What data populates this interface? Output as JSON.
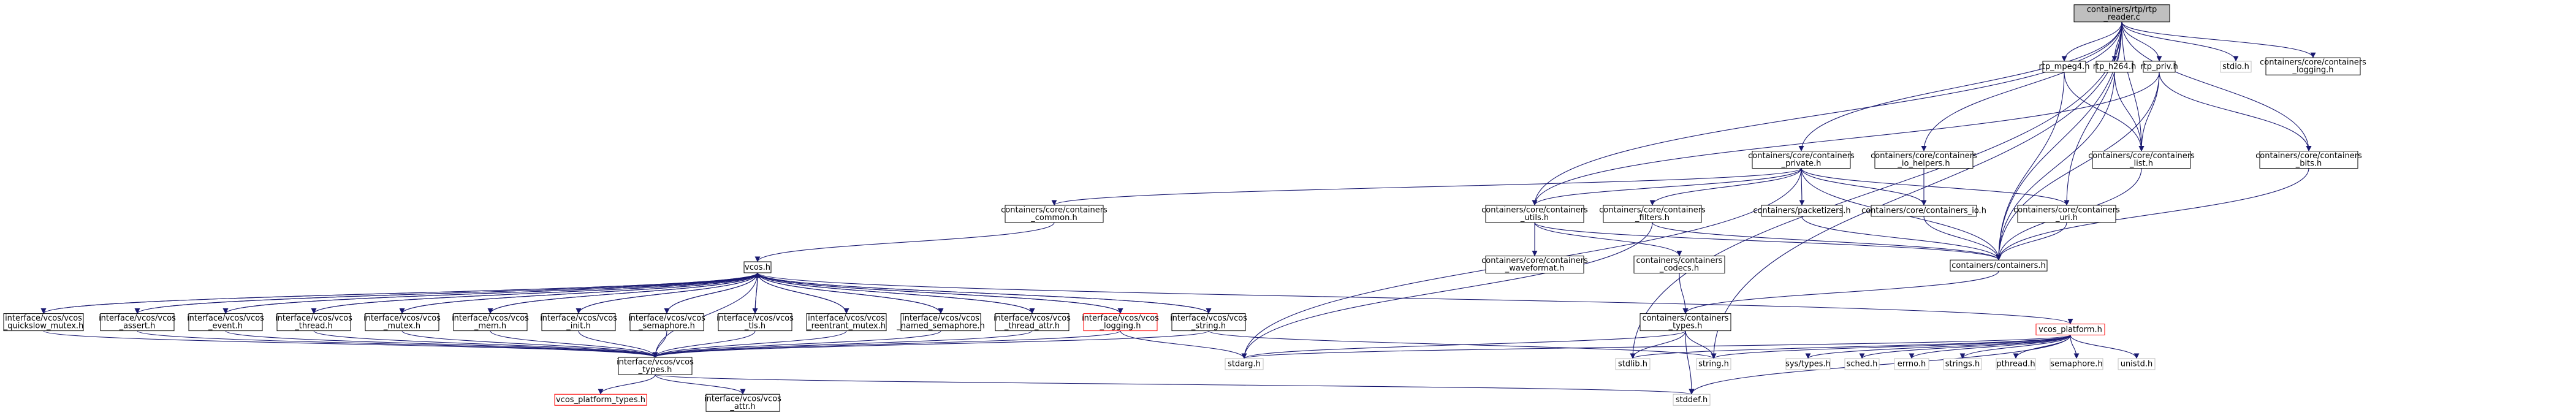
{
  "colors": {
    "edge": "#191970",
    "node_border": "#000000",
    "root_fill": "#bfbfbf",
    "external_border": "#bfbfbf",
    "incomplete_border": "#ff0000"
  },
  "nodes": [
    {
      "id": "root",
      "lines": [
        "containers/rtp/rtp",
        "_reader.c"
      ],
      "style": "root"
    },
    {
      "id": "rtp_mpeg4",
      "lines": [
        "rtp_mpeg4.h"
      ],
      "style": "normal"
    },
    {
      "id": "rtp_h264",
      "lines": [
        "rtp_h264.h"
      ],
      "style": "normal"
    },
    {
      "id": "rtp_priv",
      "lines": [
        "rtp_priv.h"
      ],
      "style": "normal"
    },
    {
      "id": "stdio",
      "lines": [
        "stdio.h"
      ],
      "style": "external"
    },
    {
      "id": "core_logging",
      "lines": [
        "containers/core/containers",
        "_logging.h"
      ],
      "style": "normal"
    },
    {
      "id": "core_private",
      "lines": [
        "containers/core/containers",
        "_private.h"
      ],
      "style": "normal"
    },
    {
      "id": "core_io_helpers",
      "lines": [
        "containers/core/containers",
        "_io_helpers.h"
      ],
      "style": "normal"
    },
    {
      "id": "core_list",
      "lines": [
        "containers/core/containers",
        "_list.h"
      ],
      "style": "normal"
    },
    {
      "id": "core_bits",
      "lines": [
        "containers/core/containers",
        "_bits.h"
      ],
      "style": "normal"
    },
    {
      "id": "core_common",
      "lines": [
        "containers/core/containers",
        "_common.h"
      ],
      "style": "normal"
    },
    {
      "id": "core_utils",
      "lines": [
        "containers/core/containers",
        "_utils.h"
      ],
      "style": "normal"
    },
    {
      "id": "core_filters",
      "lines": [
        "containers/core/containers",
        "_filters.h"
      ],
      "style": "normal"
    },
    {
      "id": "packetizers",
      "lines": [
        "containers/packetizers.h"
      ],
      "style": "normal"
    },
    {
      "id": "core_io",
      "lines": [
        "containers/core/containers_io.h"
      ],
      "style": "normal"
    },
    {
      "id": "core_uri",
      "lines": [
        "containers/core/containers",
        "_uri.h"
      ],
      "style": "normal"
    },
    {
      "id": "waveformat",
      "lines": [
        "containers/core/containers",
        "_waveformat.h"
      ],
      "style": "normal"
    },
    {
      "id": "codecs",
      "lines": [
        "containers/containers",
        "_codecs.h"
      ],
      "style": "normal"
    },
    {
      "id": "containers_h",
      "lines": [
        "containers/containers.h"
      ],
      "style": "normal"
    },
    {
      "id": "vcos",
      "lines": [
        "vcos.h"
      ],
      "style": "normal"
    },
    {
      "id": "ctypes",
      "lines": [
        "containers/containers",
        "_types.h"
      ],
      "style": "normal"
    },
    {
      "id": "quickslow",
      "lines": [
        "interface/vcos/vcos",
        "_quickslow_mutex.h"
      ],
      "style": "normal"
    },
    {
      "id": "assert",
      "lines": [
        "interface/vcos/vcos",
        "_assert.h"
      ],
      "style": "normal"
    },
    {
      "id": "event",
      "lines": [
        "interface/vcos/vcos",
        "_event.h"
      ],
      "style": "normal"
    },
    {
      "id": "thread",
      "lines": [
        "interface/vcos/vcos",
        "_thread.h"
      ],
      "style": "normal"
    },
    {
      "id": "mutex",
      "lines": [
        "interface/vcos/vcos",
        "_mutex.h"
      ],
      "style": "normal"
    },
    {
      "id": "mem",
      "lines": [
        "interface/vcos/vcos",
        "_mem.h"
      ],
      "style": "normal"
    },
    {
      "id": "init",
      "lines": [
        "interface/vcos/vcos",
        "_init.h"
      ],
      "style": "normal"
    },
    {
      "id": "semaphore",
      "lines": [
        "interface/vcos/vcos",
        "_semaphore.h"
      ],
      "style": "normal"
    },
    {
      "id": "tls",
      "lines": [
        "interface/vcos/vcos",
        "_tls.h"
      ],
      "style": "normal"
    },
    {
      "id": "reentrant",
      "lines": [
        "interface/vcos/vcos",
        "_reentrant_mutex.h"
      ],
      "style": "normal"
    },
    {
      "id": "named_sem",
      "lines": [
        "interface/vcos/vcos",
        "_named_semaphore.h"
      ],
      "style": "normal"
    },
    {
      "id": "thread_attr",
      "lines": [
        "interface/vcos/vcos",
        "_thread_attr.h"
      ],
      "style": "normal"
    },
    {
      "id": "vlogging",
      "lines": [
        "interface/vcos/vcos",
        "_logging.h"
      ],
      "style": "incomplete"
    },
    {
      "id": "vstring",
      "lines": [
        "interface/vcos/vcos",
        "_string.h"
      ],
      "style": "normal"
    },
    {
      "id": "vcos_platform",
      "lines": [
        "vcos_platform.h"
      ],
      "style": "incomplete"
    },
    {
      "id": "vtypes",
      "lines": [
        "interface/vcos/vcos",
        "_types.h"
      ],
      "style": "normal"
    },
    {
      "id": "stdarg",
      "lines": [
        "stdarg.h"
      ],
      "style": "external"
    },
    {
      "id": "stdlib",
      "lines": [
        "stdlib.h"
      ],
      "style": "external"
    },
    {
      "id": "string",
      "lines": [
        "string.h"
      ],
      "style": "external"
    },
    {
      "id": "systypes",
      "lines": [
        "sys/types.h"
      ],
      "style": "external"
    },
    {
      "id": "sched",
      "lines": [
        "sched.h"
      ],
      "style": "external"
    },
    {
      "id": "errno",
      "lines": [
        "errno.h"
      ],
      "style": "external"
    },
    {
      "id": "strings",
      "lines": [
        "strings.h"
      ],
      "style": "external"
    },
    {
      "id": "pthread",
      "lines": [
        "pthread.h"
      ],
      "style": "external"
    },
    {
      "id": "semaphore_h",
      "lines": [
        "semaphore.h"
      ],
      "style": "external"
    },
    {
      "id": "unistd",
      "lines": [
        "unistd.h"
      ],
      "style": "external"
    },
    {
      "id": "vcos_platform_types",
      "lines": [
        "vcos_platform_types.h"
      ],
      "style": "incomplete"
    },
    {
      "id": "attr",
      "lines": [
        "interface/vcos/vcos",
        "_attr.h"
      ],
      "style": "normal"
    },
    {
      "id": "stddef",
      "lines": [
        "stddef.h"
      ],
      "style": "external"
    }
  ],
  "edges": [
    [
      "root",
      "rtp_mpeg4"
    ],
    [
      "root",
      "rtp_h264"
    ],
    [
      "root",
      "rtp_priv"
    ],
    [
      "root",
      "stdio"
    ],
    [
      "root",
      "core_logging"
    ],
    [
      "root",
      "core_private"
    ],
    [
      "root",
      "core_io_helpers"
    ],
    [
      "root",
      "core_list"
    ],
    [
      "root",
      "core_bits"
    ],
    [
      "root",
      "core_utils"
    ],
    [
      "root",
      "core_uri"
    ],
    [
      "root",
      "containers_h"
    ],
    [
      "root",
      "string"
    ],
    [
      "root",
      "stdlib"
    ],
    [
      "rtp_mpeg4",
      "core_list"
    ],
    [
      "rtp_mpeg4",
      "containers_h"
    ],
    [
      "rtp_h264",
      "core_list"
    ],
    [
      "rtp_h264",
      "containers_h"
    ],
    [
      "rtp_priv",
      "core_list"
    ],
    [
      "rtp_priv",
      "core_bits"
    ],
    [
      "rtp_priv",
      "core_utils"
    ],
    [
      "rtp_priv",
      "containers_h"
    ],
    [
      "core_private",
      "core_common"
    ],
    [
      "core_private",
      "core_utils"
    ],
    [
      "core_private",
      "core_filters"
    ],
    [
      "core_private",
      "packetizers"
    ],
    [
      "core_private",
      "core_io"
    ],
    [
      "core_private",
      "core_uri"
    ],
    [
      "core_private",
      "containers_h"
    ],
    [
      "core_private",
      "stdarg"
    ],
    [
      "core_io_helpers",
      "core_io"
    ],
    [
      "core_list",
      "containers_h"
    ],
    [
      "core_bits",
      "containers_h"
    ],
    [
      "core_common",
      "vcos"
    ],
    [
      "core_utils",
      "waveformat"
    ],
    [
      "core_utils",
      "codecs"
    ],
    [
      "core_utils",
      "containers_h"
    ],
    [
      "core_filters",
      "containers_h"
    ],
    [
      "core_filters",
      "stdarg"
    ],
    [
      "packetizers",
      "containers_h"
    ],
    [
      "core_io",
      "containers_h"
    ],
    [
      "core_uri",
      "containers_h"
    ],
    [
      "codecs",
      "ctypes"
    ],
    [
      "containers_h",
      "ctypes"
    ],
    [
      "ctypes",
      "stdarg"
    ],
    [
      "ctypes",
      "stdlib"
    ],
    [
      "ctypes",
      "string"
    ],
    [
      "ctypes",
      "stddef"
    ],
    [
      "vcos",
      "quickslow"
    ],
    [
      "vcos",
      "assert"
    ],
    [
      "vcos",
      "event"
    ],
    [
      "vcos",
      "thread"
    ],
    [
      "vcos",
      "mutex"
    ],
    [
      "vcos",
      "mem"
    ],
    [
      "vcos",
      "init"
    ],
    [
      "vcos",
      "semaphore"
    ],
    [
      "vcos",
      "tls"
    ],
    [
      "vcos",
      "reentrant"
    ],
    [
      "vcos",
      "named_sem"
    ],
    [
      "vcos",
      "thread_attr"
    ],
    [
      "vcos",
      "vlogging"
    ],
    [
      "vcos",
      "vstring"
    ],
    [
      "vcos",
      "vcos_platform"
    ],
    [
      "vcos",
      "vtypes"
    ],
    [
      "quickslow",
      "vcos"
    ],
    [
      "assert",
      "vcos"
    ],
    [
      "event",
      "vcos"
    ],
    [
      "thread",
      "vcos"
    ],
    [
      "mutex",
      "vcos"
    ],
    [
      "mem",
      "vcos"
    ],
    [
      "init",
      "vcos"
    ],
    [
      "semaphore",
      "vcos"
    ],
    [
      "tls",
      "vcos"
    ],
    [
      "reentrant",
      "vcos"
    ],
    [
      "named_sem",
      "vcos"
    ],
    [
      "thread_attr",
      "vcos"
    ],
    [
      "vlogging",
      "vcos"
    ],
    [
      "vstring",
      "vcos"
    ],
    [
      "quickslow",
      "vtypes"
    ],
    [
      "assert",
      "vtypes"
    ],
    [
      "event",
      "vtypes"
    ],
    [
      "thread",
      "vtypes"
    ],
    [
      "mutex",
      "vtypes"
    ],
    [
      "mem",
      "vtypes"
    ],
    [
      "init",
      "vtypes"
    ],
    [
      "semaphore",
      "vtypes"
    ],
    [
      "tls",
      "vtypes"
    ],
    [
      "reentrant",
      "vtypes"
    ],
    [
      "named_sem",
      "vtypes"
    ],
    [
      "thread_attr",
      "vtypes"
    ],
    [
      "vlogging",
      "vtypes"
    ],
    [
      "vstring",
      "vtypes"
    ],
    [
      "vlogging",
      "stdarg"
    ],
    [
      "vstring",
      "string"
    ],
    [
      "vtypes",
      "vcos_platform_types"
    ],
    [
      "vtypes",
      "attr"
    ],
    [
      "vtypes",
      "stddef"
    ],
    [
      "vcos_platform",
      "stdarg"
    ],
    [
      "vcos_platform",
      "stdlib"
    ],
    [
      "vcos_platform",
      "string"
    ],
    [
      "vcos_platform",
      "systypes"
    ],
    [
      "vcos_platform",
      "sched"
    ],
    [
      "vcos_platform",
      "errno"
    ],
    [
      "vcos_platform",
      "strings"
    ],
    [
      "vcos_platform",
      "pthread"
    ],
    [
      "vcos_platform",
      "semaphore_h"
    ],
    [
      "vcos_platform",
      "unistd"
    ],
    [
      "vcos_platform",
      "stddef"
    ]
  ]
}
